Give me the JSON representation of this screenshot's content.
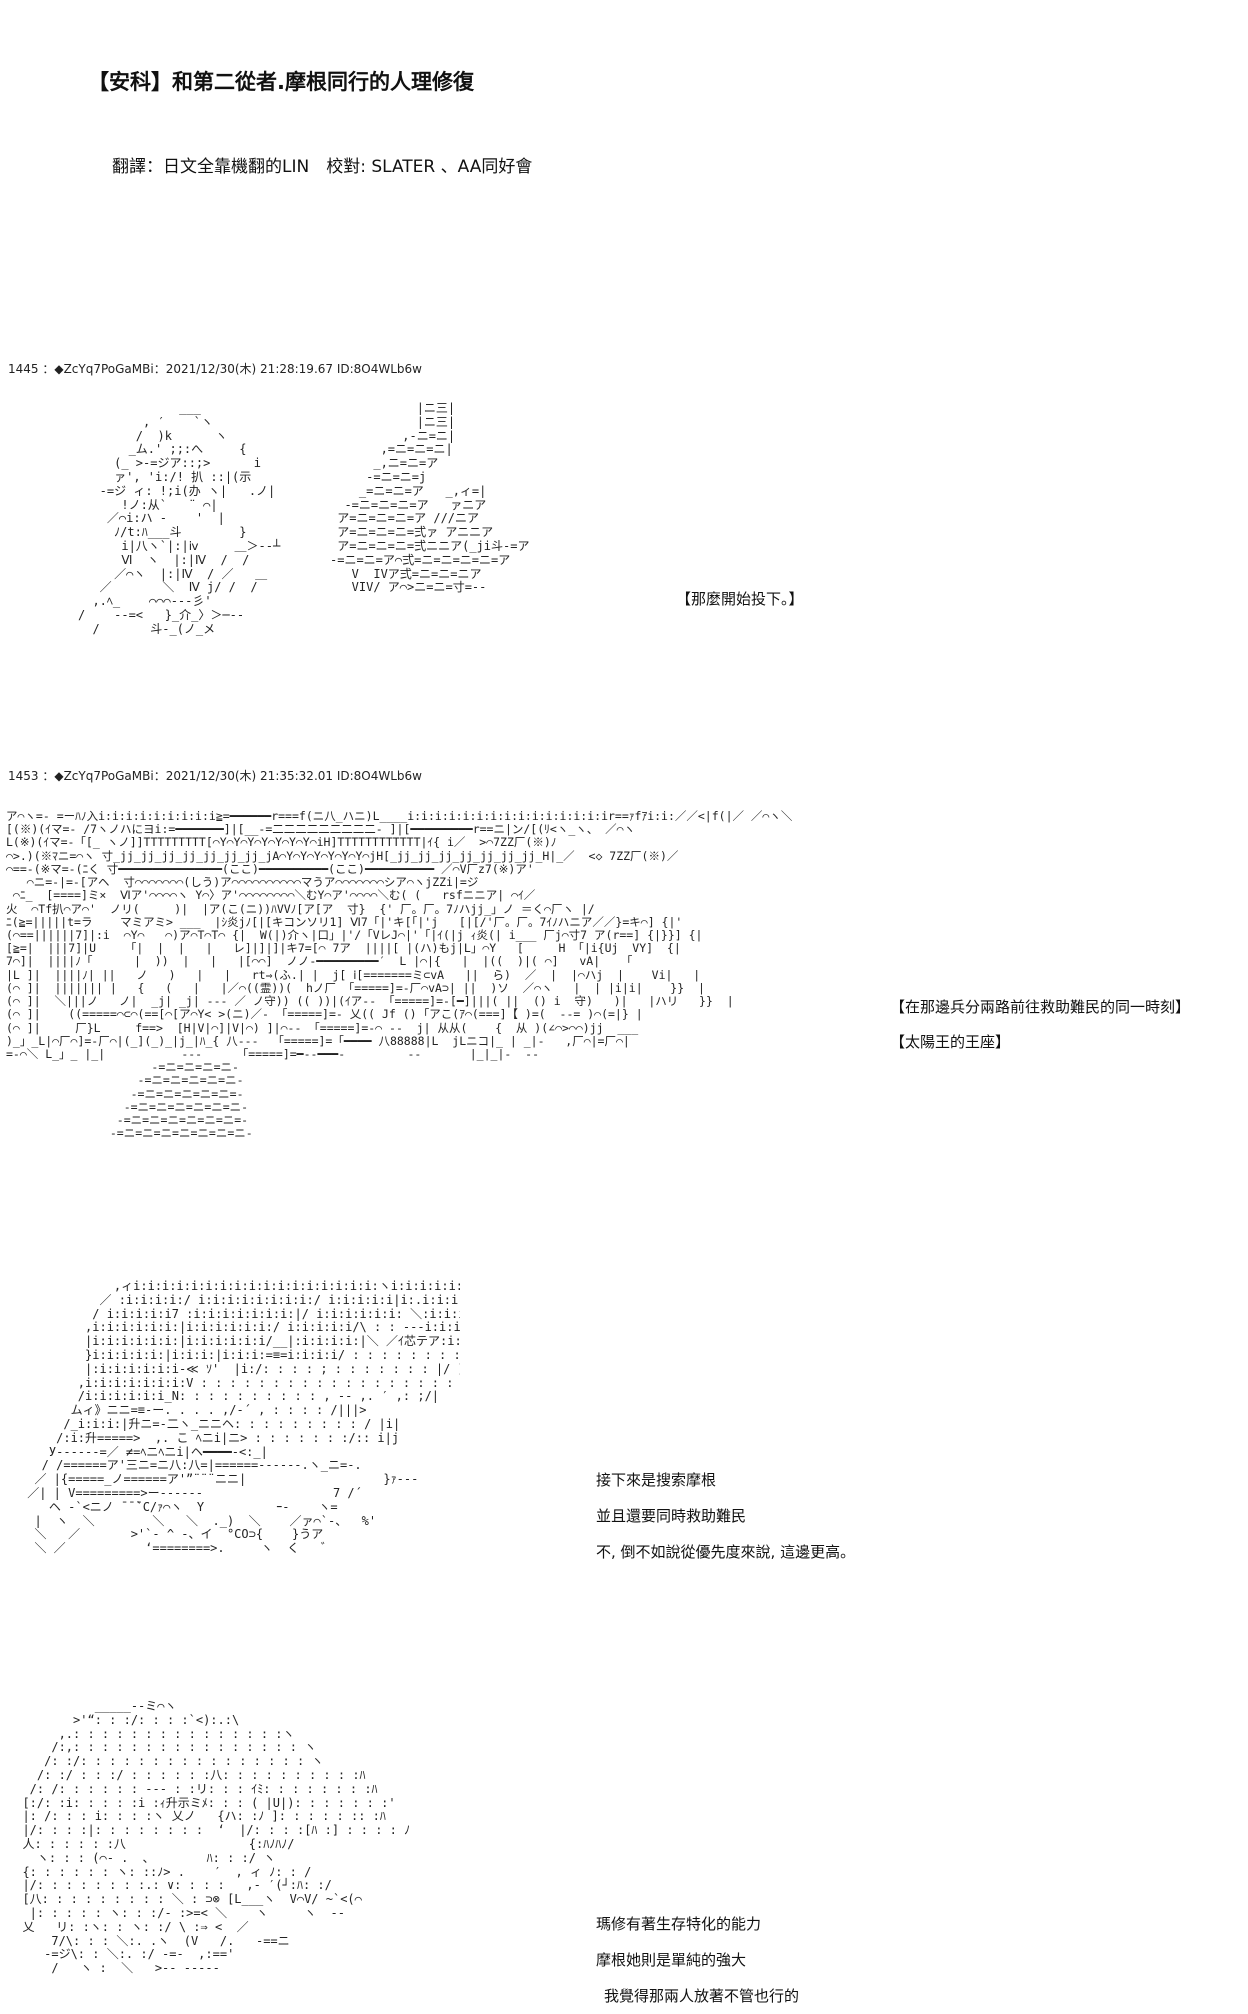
{
  "title": "【安科】和第二從者.摩根同行的人理修復",
  "credits": "翻譯：日文全靠機翻的LIN　校對: SLATER 、AA同好會",
  "posts": [
    {
      "header": "1445 ：◆ZcYq7PoGaMBi：2021/12/30(木) 21:28:19.67 ID:8O4WLb6w",
      "captions": [
        "【那麼開始投下。】"
      ]
    },
    {
      "header": "1453 ：◆ZcYq7PoGaMBi：2021/12/30(木) 21:35:32.01 ID:8O4WLb6w",
      "captions": [
        "【在那邊兵分兩路前往救助難民的同一時刻】",
        "【太陽王的王座】"
      ]
    }
  ],
  "dialogue1": [
    "接下來是搜索摩根",
    "並且還要同時救助難民",
    "不, 倒不如說從優先度來說, 這邊更高。"
  ],
  "dialogue2": [
    "瑪修有著生存特化的能力",
    "摩根她則是單純的強大",
    "我覺得那兩人放著不管也行的"
  ],
  "aa": {
    "art1": "              ___\n         , ′    `ヽ\n        /  )k      ヽ\n       _ム.' ;;:へ     {\n     (_ >-=ジア::;>      i\n     ァ', 'i:/! 扒 ::|(示\n   -=ジ ィ: !;i(办 ヽ|   .ノ|\n      !ノ:从`   ¨ ⌒|\n    ／⌒i:ハ ‐    '  |\n     ﾉ/t:ﾊ___斗        }\n      i|八ヽ`|:|ⅳ     ＿＞‐‐┴\n      Ⅵ  ヽ  |:|Ⅳ  /  /\n     ／⌒ヽ  |:|Ⅳ  / ／   ＿\n   ／       ＼  Ⅳ j/ /  /\n  ,.ﾍ_    ⌒⌒⌒‐‐‐彡'\n/    ‐‐=<   }_介_〉＞─‐‐\n  /       斗-_(ノ_メ",
    "art2": "            |ニ三|\n            |ニ三|\n          ,-ニ=ニ|\n       ,=ニ=ニ=ニ|\n      _,ニ=ニ=ア\n     -=ニ=ニ=j\n    _=ニ=ニ=ア   _,ィ=|\n  -=ニ=ニ=ニ=ア   ァニア\n ア=ニ=ニ=ニ=ア ///ニア\n ア=ニ=ニ=ニ=弍ァ アニニア\n ア=ニ=ニ=ニ=弍ニニア(_ji斗‐=ア\n‐=ニ=ニ=ア⌒弍=ニ=ニ=ニ=ニ=ア\n   V  IVア弍=ニ=ニ=ニア\n   VIV/ ア⌒>ニ=ニ=寸=‐‐",
    "art3": "ア⌒ヽ=‐ =ーﾊﾉ入i:i:i:i:i:i:i:i:i≧=━━━━━━r===f(ニ八_ハニ)L____i:i:i:i:i:i:i:i:i:i:i:i:i:i:ir==ｧfｱi:i:／／<|f(|／ ／⌒ヽ＼\n[(※)(ｲマ=- /7ヽノハにヨi:=━━━━━━━]|[__-=二二二二二二二二二- ]|[━━━━━━━━━r==ニ|ン/[(ﾘ<ヽ_ヽ、 ／⌒ヽ\nL(※)(ｲマ=-「[_ ヽノ]]TTTTTTTTT[⌒Y⌒Y⌒Y⌒Y⌒Y⌒Y⌒Y⌒iH]TTTTTTTTTTTT|ｲ{ i／  >⌒7ZZ厂(※)ﾉ\n⌒>.)(※ﾏニ=⌒ヽ 寸_jj_jj_jj_jj_jj_jj_jj_jA⌒Y⌒Y⌒Y⌒Y⌒Y⌒Y⌒jH[_jj_jj_jj_jj_jj_jj_jj_H|_／  <◇ 7ZZ厂(※)／\n⌒==-(※マ=-(ﾆく 寸━━━━━━━━━━━━━━━(ここ)━━━━━━━━━━(ここ)━━━━━━━━━━ ／⌒V厂z7(※)ア'\n   ⌒ニ=‐|=-[アヘ  寸⌒⌒⌒⌒⌒⌒⌒(しう)ア⌒⌒⌒⌒⌒⌒⌒⌒⌒⌒マうア⌒⌒⌒⌒⌒⌒⌒シア⌒ヽjZZi|=ジ\n ⌒ﾆ_  [====]ミ×  Ⅵア'⌒⌒⌒⌒ヽ Y⌒〉ア'⌒⌒⌒⌒⌒⌒⌒⌒＼むY⌒ア'⌒⌒⌒⌒＼む( (   rsfニニア| ⌒ｲ／\n火  ⌒Tf扒⌒ア⌒'  ノリ(     )|  |ア(こ(ニ))ﾊVVﾉ[ア[ア  寸}  {' 厂。厂。7ﾉハjj_」ノ ＝く⌒厂ヽ |/\nﾆ(≧=|||||t=ラ    マミアミ> ___  |ｼ炎jﾉ[|[キコンソリ1] Ⅵ7「|'キ[「|'j   [|[/'厂。厂。7ｲﾉハニア／／}=キ⌒] {|'\n(⌒==||||||7]|:i  ⌒Y⌒   ⌒)ア⌒T⌒T⌒ {|  W(|)介ヽ|口」|'/「VレJ⌒|'「|ｲ(|j ｨ炎(| i___ 厂j⌒寸7 ア(r==] {|}}] {|\n[≧=|  |||7]|U     ｢|  |  |   |   レ]|]|]|キ7=[⌒ 7ア  ||||[ |(ハ)もj|L」⌒Y   [     H 「|i{Uj  VY]  {|\n7⌒]|  ||||ﾉ「      |  ))  |   |   |[⌒⌒]  ノノ‐━━━━━━━━━′  L |⌒|{   |  |((  )|( ⌒]   vA|   「\n|L ]|  ||||ﾉ| ||   ノ   )   |   |   rt⇒(ふ.| |  j[ ⅰ[=======ミ⊂vA   ||  ら)  ／  |  |⌒ハj  |    Vi|   |\n(⌒ ]|  ||||||| |   {   (   |   |／⌒((霊))(  hノ厂 「=====]=‐厂⌒vA⊃| ||  )ソ  ／⌒ヽ   |  | |i|i|    }}  |\n(⌒ ]|  ＼|||ノ   ノ|  _j| _j| ‐‐‐ ／ ノ守)) (( ))|(ｲア‐‐ 「=====]=‐[━]|||( ||  () i  守)   )|   |ハリ   }}  |\n(⌒ ]|    ((=====⌒⊂⌒(==[⌒[ア⌒Y< >(ニ)／‐ 「=====]=‐ 乂(( Jf () ｢アこ(ｱ⌒(===]【 )=(  ‐‐= )⌒(=|} |\n(⌒ ]|     厂}L     f==>  [H|V|⌒]|V|⌒) ]|⌒‐‐ 「=====]=‐⌒ ‐‐  j| 从从(    {  从 )(∠⌒>⌒⌒)jj  ___\n)_」_L|⌒厂⌒]=‐厂⌒|(_](_)_|j_|ﾊ_{ 八‐‐‐  「=====]=「━━━━ 八88888|L  jLニコ|_ | _|‐   ,厂⌒|=厂⌒|\n=‐⌒＼ L_」_ |_|           ‐‐‐     「=====]=━‐‐━━━‐         ‐‐       |_|_|‐  ‐‐\n                     ‐=ニ=ニ=ニ=ニ‐\n                   ‐=ニ=ニ=ニ=ニ=ニ‐\n                  ‐=ニ=ニ=ニ=ニ=ニ=‐\n                 ‐=ニ=ニ=ニ=ニ=ニ=ニ‐\n                ‐=ニ=ニ=ニ=ニ=ニ=ニ=‐\n               ‐=ニ=ニ=ニ=ニ=ニ=ニ=ニ‐",
    "art4": "             ,ィi:i:i:i:i:i:i:i:i:i:i:i:i:i:i:i:i:ヽi:i:i:i:i:i:i:i:i:i:i:i:i:.\n           ／ :i:i:i:i:/ i:i:i:i:i:i:i:i:/ i:i:i:i:i|i:.i:i:i:i:i:i:i:i:i:ヽ\n          / i:i:i:i:i7 :i:i:i:i:i:i:i:|/ i:i:i:i:i:i: ＼:i:i:i:i:i:i:ヽ\n         ,i:i:i:i:i:i:|i:i:i:i:i:i:/ i:i:i:i:i/\\ : : ‐‐‐i:i:i:i:i:i:＞\n         |i:i:i:i:i:i:|i:i:i:i:i:i/__|:i:i:i:i:|＼ ／ｲ芯テア:i:i:i:i:i:/\n         }i:i:i:i:i:|i:i:i:|i:i:i:=≡=i:i:i:i/ : : : : : : : : : /i:ﾍ:i:i:≧‐\n         |:i:i:i:i:i:i‐≪ ｿ'  |i:/: : : : ; : : : : : : : |/ ]|\n        ,i:i:i:i:i:i:i:V : : : : : : : : : : : : : : : : : : |:|\n        /i:i:i:i:i:i_N: : : : : : : : : : , ‐‐ ,. ′ ,: ;/|\n       ムィ》ニニ=≡‐ー. . . . ,/‐´ , : : : : /|||>\n      /_i:i:i:|升ニ=‐二ヽ_ニニヘ: : : : : : : : : / |i|\n     /:i:升=====>  ,. こ ﾍニi|ニ> : : : : : : :/:: i|j\n    У‐‐‐‐‐‐=／ ≠=ﾍニﾍニi|ヘ━━━━‐<:_|\n   / /======ア'三ニ=ニ八:八=|======‐‐‐‐‐‐.ヽ_ニ=‐.\n  ／ |{=====_ノ======ア'”¨¨¨ニニ|                   }ｧ‐‐‐\n ／| | V=========>ー‐‐‐‐‐‐                  7 /´\n    ヘ ‐`<ニノ ̄ ̄ ̄`C/ｧ⌒ヽ  Y          ｰ‐    ヽ=\n  |  ヽ  ＼        ＼   ＼  ._)  ＼    ／ァ⌒`‐、  %'\n  ＼   ／       >'`‐ ^ ‐、イ  °CO⊃{    }うア\n  ＼ ／           ‘========>.     ヽ  く   ゛",
    "art5": "            _____‐‐ミ⌒ヽ\n         >'“: : :/: : : :`<):.:\\\n       ,.: : : : : : : : : : : : : : :ヽ\n      /:,: : : : : : : : : : : : : : : : ヽ\n     /: :/: : : : : : : : : : : : : : : : ヽ\n    /: :/ : : :/ : : : : : :八: : : : : : : : : :ﾊ\n   /: /: : : : : : ‐‐‐ : :リ: : : ｲﾐ: : : : : : : :ﾊ\n  [:/: :i: : : : :i :ｨ升示ミﾒ: : : ( |U|): : : : : : :'\n  |: /: : : i: : : :ヽ 乂ノ   {ハ: :ﾉ ]: : : : : :: :ﾊ\n  |/: : : :|: : : : : : : :  ‘  |/: : : :[ﾊ :] : : : : ﾉ\n  人: : : : : :八                 {:ﾊﾉﾊﾉ/\n    ヽ: : : (⌒- .  ､        ﾊ: : :/ ヽ\n  {: : : : : : ヽ: ::ﾉ> .    ′  , ィ ﾉ: : /\n  |/: : : : : : : :.: ∨: : : :   ,‐ ′(┘:ﾊ: :/\n  [八: : : : : : : : : ＼ : ⊃⊗ [L___ヽ  V⌒V/ ~`<(⌒\n   |: : : : : ヽ: : :/‐ :>=< ＼    ヽ     ヽ  ‐‐\n  乂   リ: :ヽ: : ヽ: :/ \\ :⇒ <  ／\n      7/\\: : : ＼:. .ヽ  (V   /.   ‐==ニ\n     -=ジ\\: : ＼:. :/ ‐=‐  ,:=='\n      /   ヽ :  ＼   >‐‐ ‐‐‐‐‐"
  }
}
